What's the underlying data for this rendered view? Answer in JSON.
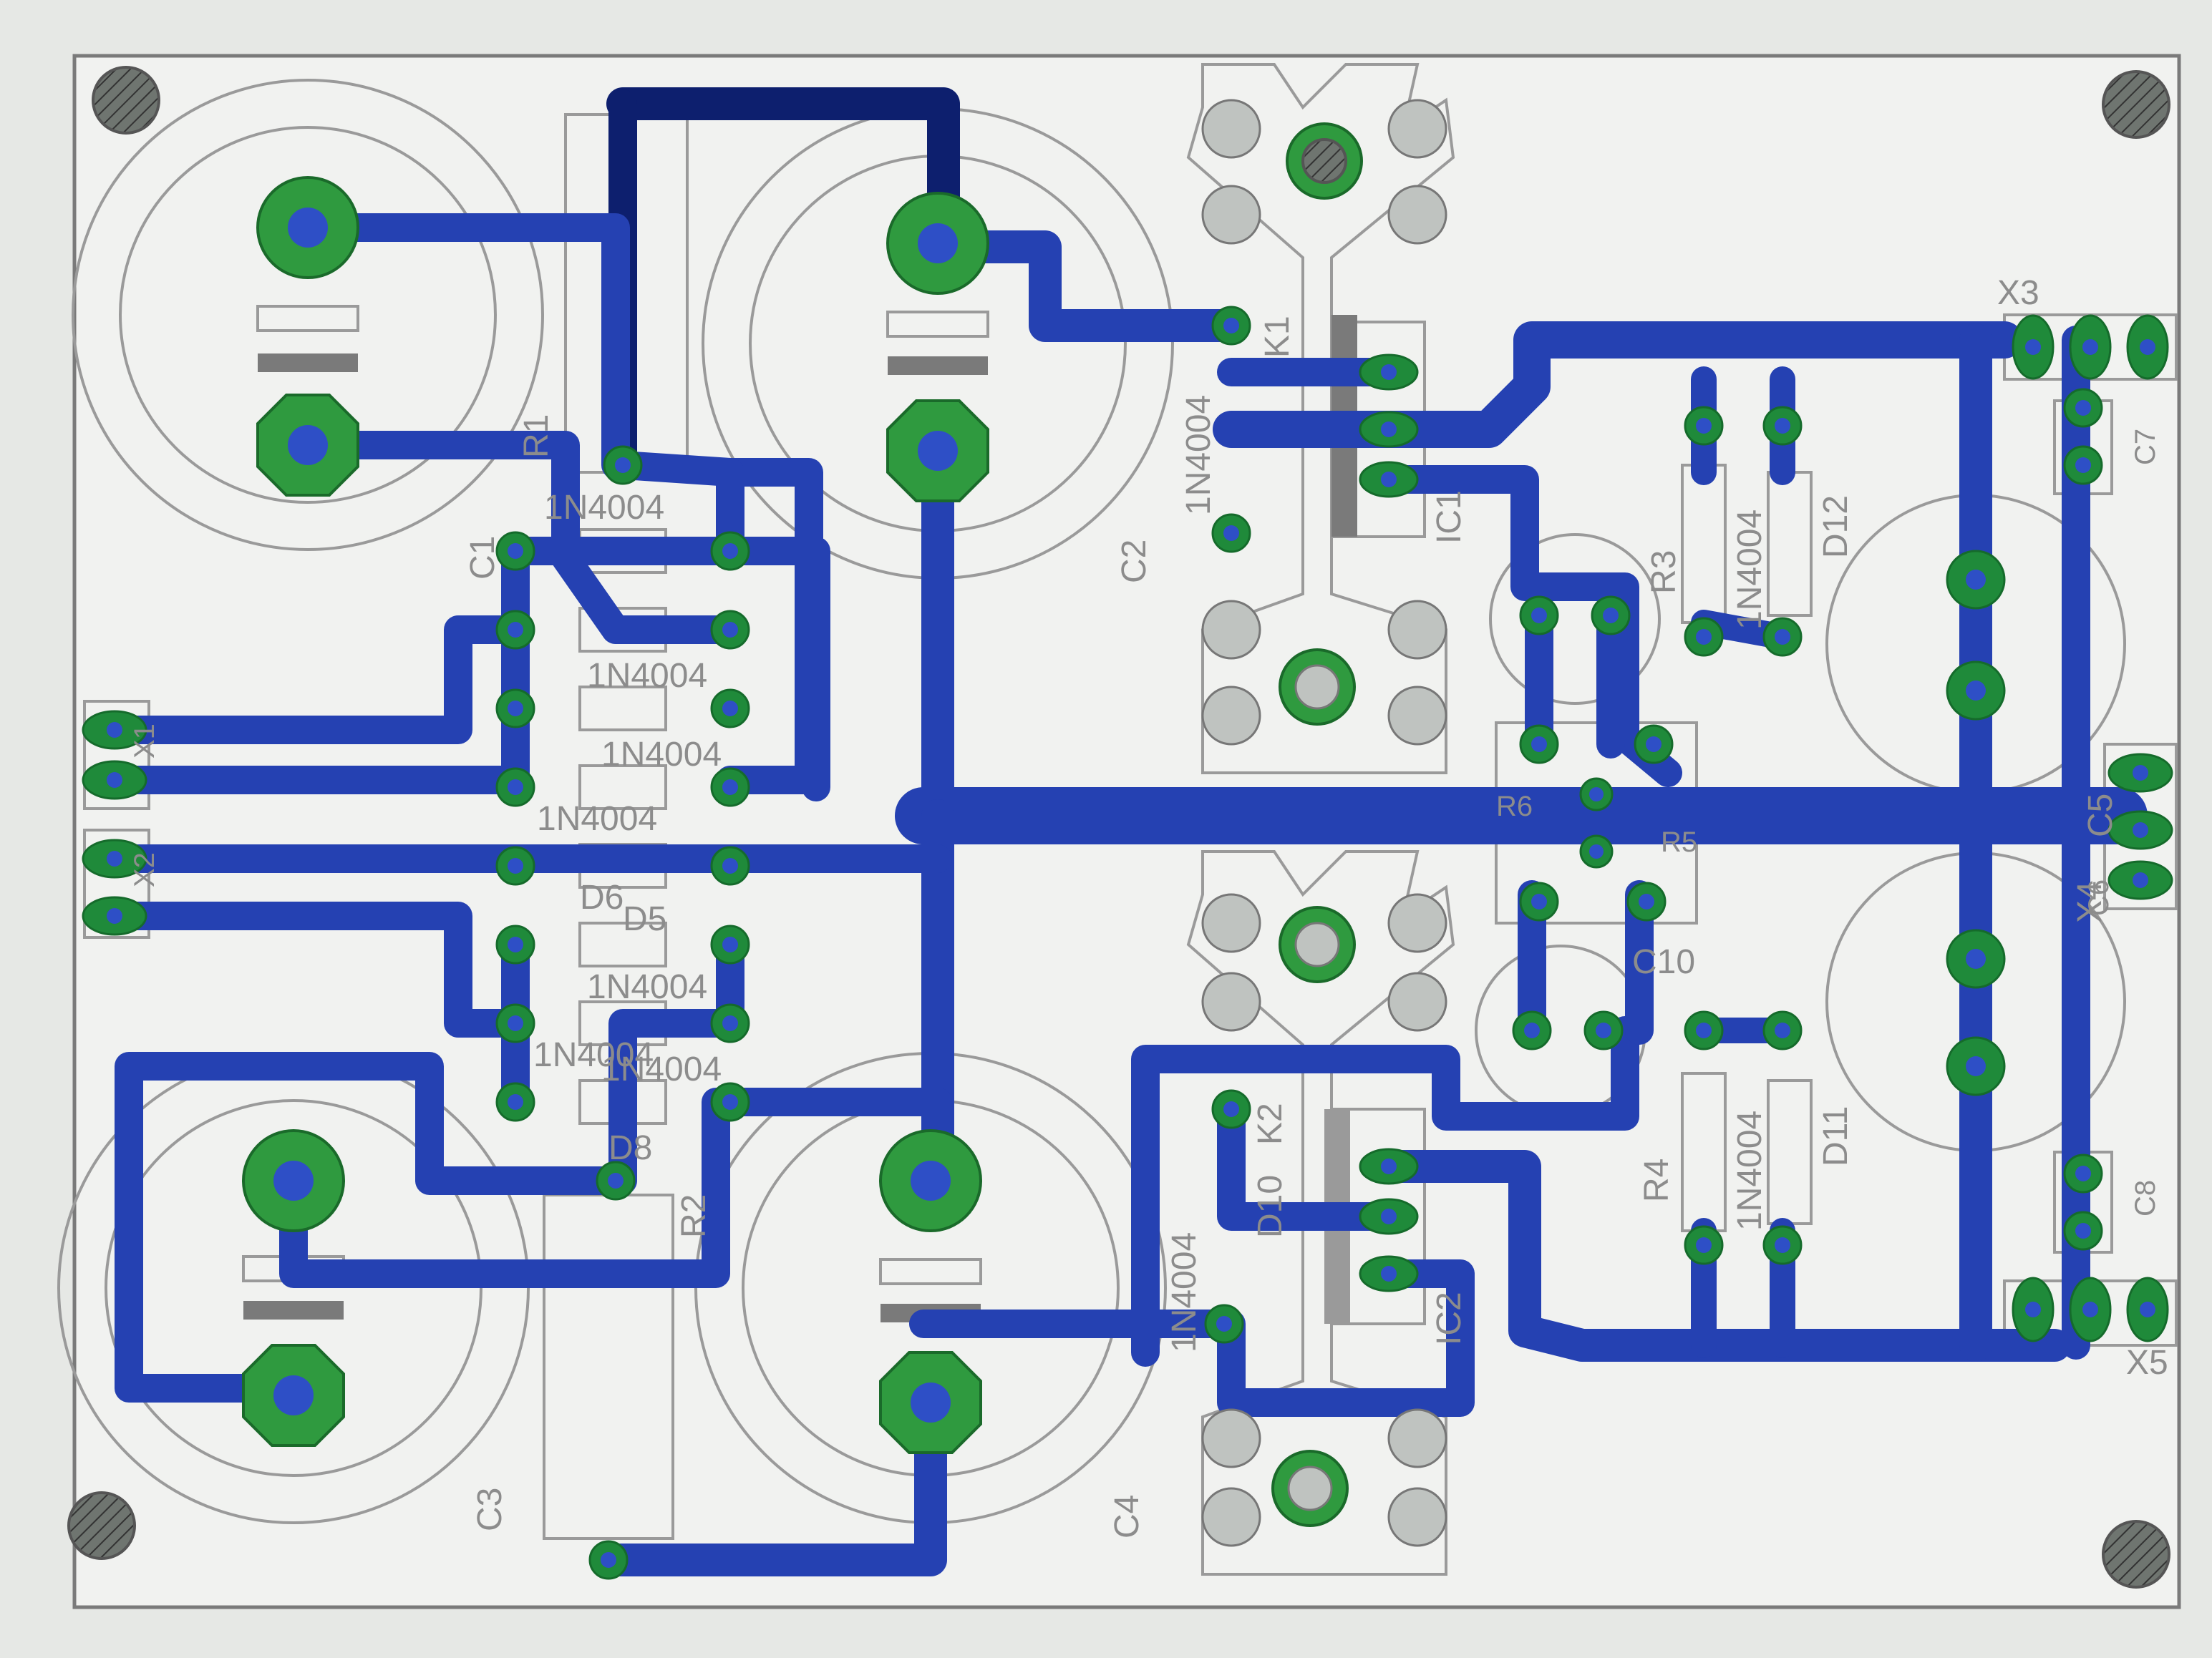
{
  "colors": {
    "background": "#e6e8e5",
    "board_outline": "#7a7a7a",
    "trace": "#2541b2",
    "trace_dark": "#0d1f6e",
    "pad": "#1f8a3a",
    "silkscreen": "#8c8c8c"
  },
  "labels": {
    "x1": "X1",
    "x2": "X2",
    "x3": "X3",
    "x4": "X4",
    "x5": "X5",
    "c1": "C1",
    "c2": "C2",
    "c3": "C3",
    "c4": "C4",
    "c5": "C5",
    "c6": "C6",
    "c7": "C7",
    "c8": "C8",
    "c10": "C10",
    "d5": "D5",
    "d6": "D6",
    "d8": "D8",
    "d10": "D10",
    "d11": "D11",
    "d12": "D12",
    "ic1": "IC1",
    "ic2": "IC2",
    "k1": "K1",
    "k2": "K2",
    "r1": "R1",
    "r2": "R2",
    "r3": "R3",
    "r4": "R4",
    "r5": "R5",
    "r6": "R6",
    "part_1n4004": "1N4004"
  }
}
